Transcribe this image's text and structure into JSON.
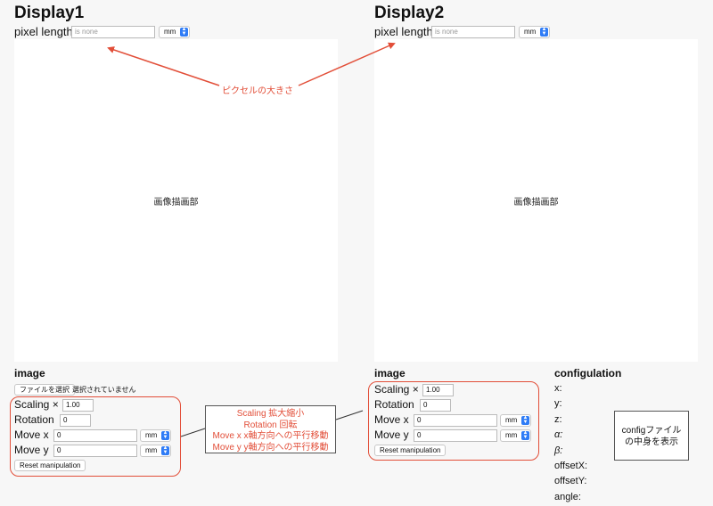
{
  "display1": {
    "title": "Display1",
    "pixel_length_label": "pixel length",
    "pixel_length_placeholder": "is none",
    "unit": "mm",
    "canvas_label": "画像描画部"
  },
  "display2": {
    "title": "Display2",
    "pixel_length_label": "pixel length",
    "pixel_length_placeholder": "is none",
    "unit": "mm",
    "canvas_label": "画像描画部"
  },
  "image1": {
    "title": "image",
    "file_button": "ファイルを選択",
    "file_status": "選択されていません",
    "scaling_label": "Scaling ×",
    "scaling_value": "1.00",
    "rotation_label": "Rotation",
    "rotation_value": "0",
    "move_x_label": "Move x",
    "move_x_value": "0",
    "move_x_unit": "mm",
    "move_y_label": "Move y",
    "move_y_value": "0",
    "move_y_unit": "mm",
    "reset_button": "Reset manipulation"
  },
  "image2": {
    "title": "image",
    "scaling_label": "Scaling ×",
    "scaling_value": "1.00",
    "rotation_label": "Rotation",
    "rotation_value": "0",
    "move_x_label": "Move x",
    "move_x_value": "0",
    "move_x_unit": "mm",
    "move_y_label": "Move y",
    "move_y_value": "0",
    "move_y_unit": "mm",
    "reset_button": "Reset manipulation"
  },
  "configulation": {
    "title": "configulation",
    "keys": [
      "x:",
      "y:",
      "z:",
      "α:",
      "β:",
      "offsetX:",
      "offsetY:",
      "angle:"
    ],
    "note_line1": "configファイル",
    "note_line2": "の中身を表示"
  },
  "annotations": {
    "pixel_size": "ピクセルの大きさ",
    "manip_line1": "Scaling 拡大縮小",
    "manip_line2": "Rotation 回転",
    "manip_line3": "Move x x軸方向への平行移動",
    "manip_line4": "Move y y軸方向への平行移動"
  },
  "colors": {
    "annotation": "#e24e38",
    "select_arrow": "#2f7cf6"
  }
}
